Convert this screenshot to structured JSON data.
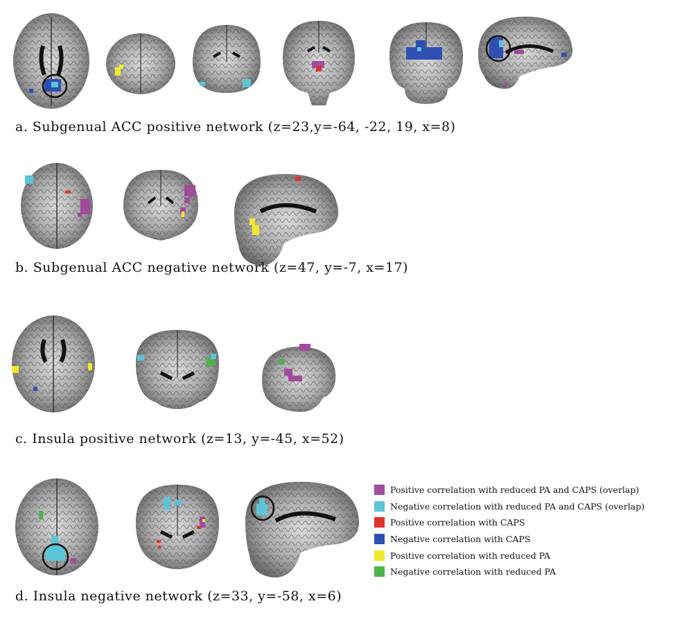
{
  "panels": {
    "a": {
      "caption": "a.  Subgenual  ACC  positive  network  (z=23,y=-64,  -22,  19,  x=8)"
    },
    "b": {
      "caption": "b.  Subgenual  ACC  negative  network  (z=47,  y=-7,  x=17)"
    },
    "c": {
      "caption": "c.  Insula  positive  network  (z=13,  y=-45,  x=52)"
    },
    "d": {
      "caption": "d.  Insula  negative  network  (z=33,  y=-58,  x=6)"
    }
  },
  "legend": {
    "items": [
      {
        "label": "Positive correlation with reduced PA and CAPS (overlap)",
        "color": "#a24a9e"
      },
      {
        "label": "Negative correlation with reduced PA and CAPS (overlap)",
        "color": "#5bc4d6"
      },
      {
        "label": "Positive correlation with CAPS",
        "color": "#e0302a"
      },
      {
        "label": "Negative correlation with CAPS",
        "color": "#2f4fb4"
      },
      {
        "label": "Positive correlation with reduced PA",
        "color": "#f2e82a"
      },
      {
        "label": "Negative correlation with reduced PA",
        "color": "#4bb34b"
      }
    ]
  },
  "colors": {
    "magenta": "#a24a9e",
    "cyan": "#5bc4d6",
    "red": "#e0302a",
    "blue": "#2f4fb4",
    "yellow": "#f2e82a",
    "green": "#4bb34b",
    "highlight_circle": "#111111"
  }
}
